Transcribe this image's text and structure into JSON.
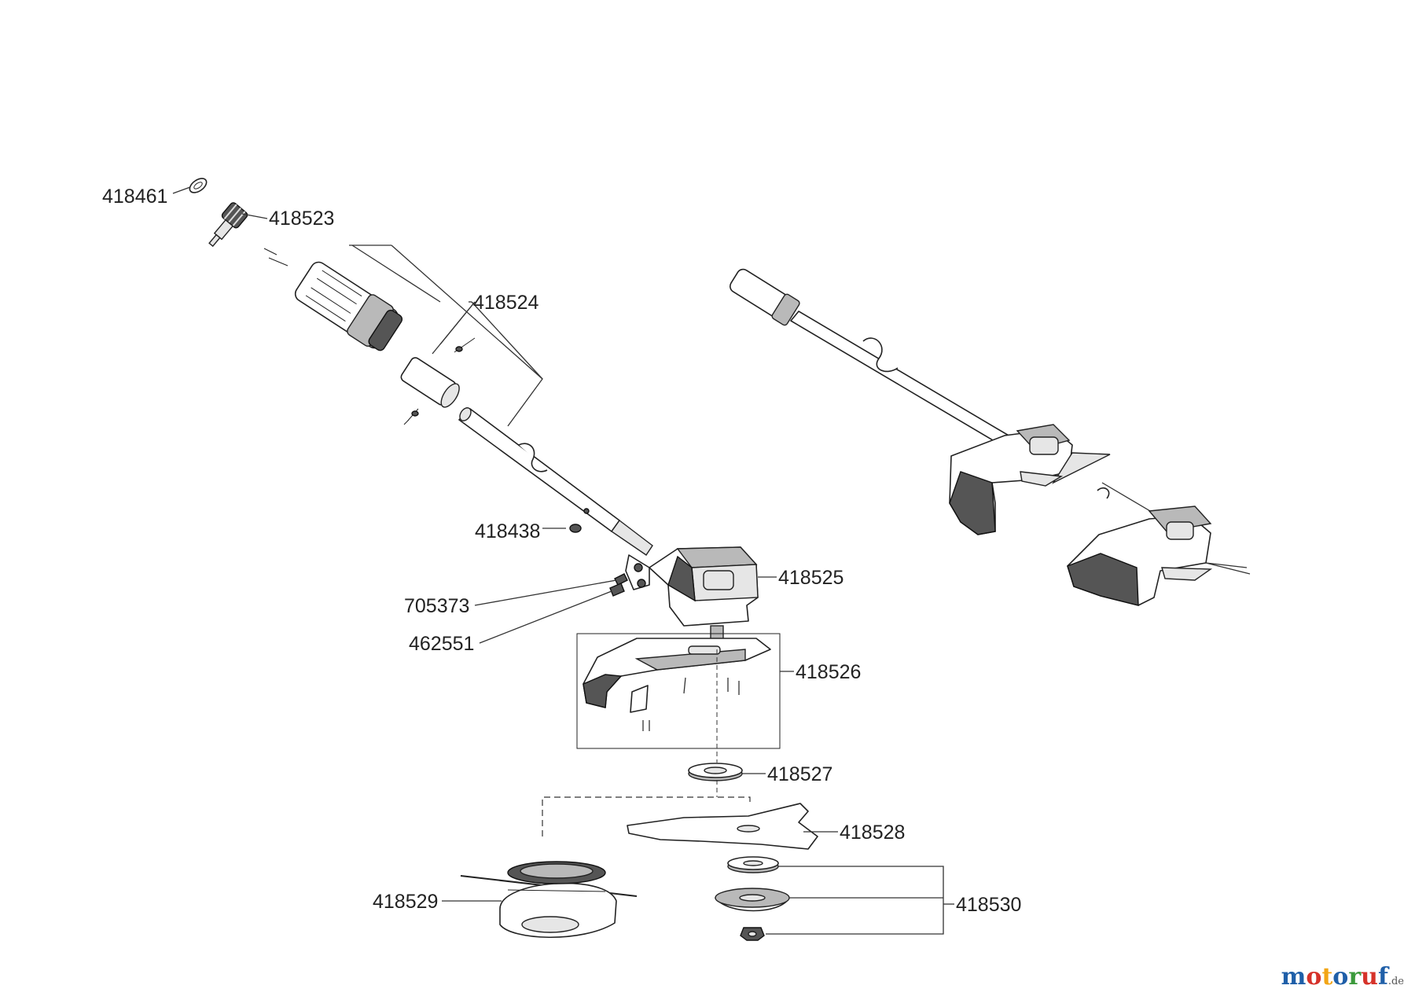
{
  "parts": [
    {
      "id": "p418461",
      "number": "418461"
    },
    {
      "id": "p418523",
      "number": "418523"
    },
    {
      "id": "p418524",
      "number": "418524"
    },
    {
      "id": "p418438",
      "number": "418438"
    },
    {
      "id": "p418525",
      "number": "418525"
    },
    {
      "id": "p705373",
      "number": "705373"
    },
    {
      "id": "p462551",
      "number": "462551"
    },
    {
      "id": "p418526",
      "number": "418526"
    },
    {
      "id": "p418527",
      "number": "418527"
    },
    {
      "id": "p418528",
      "number": "418528"
    },
    {
      "id": "p418529",
      "number": "418529"
    },
    {
      "id": "p418530",
      "number": "418530"
    }
  ],
  "watermark": {
    "letters": [
      {
        "ch": "m",
        "color": "#1f5fa8"
      },
      {
        "ch": "o",
        "color": "#d6322a"
      },
      {
        "ch": "t",
        "color": "#f2a516"
      },
      {
        "ch": "o",
        "color": "#1f5fa8"
      },
      {
        "ch": "r",
        "color": "#3b9a3b"
      },
      {
        "ch": "u",
        "color": "#d6322a"
      },
      {
        "ch": "f",
        "color": "#1f5fa8"
      }
    ],
    "tld": ".de"
  }
}
